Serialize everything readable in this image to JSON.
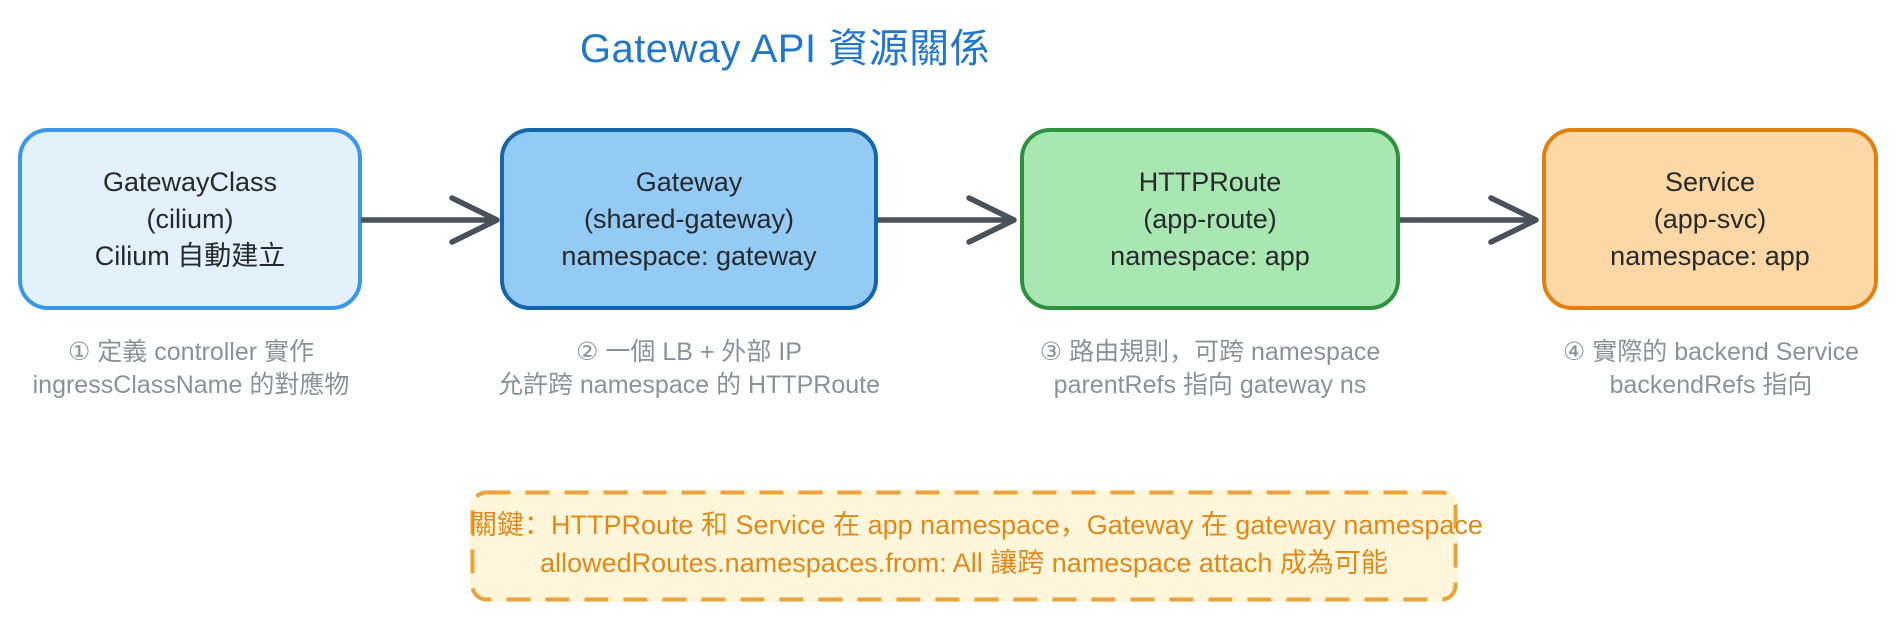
{
  "title": "Gateway API 資源關係",
  "colors": {
    "title_blue": "#2377c8",
    "node_text": "#27292c",
    "annotation_gray": "#8b9199",
    "arrow_gray": "#49525a",
    "gatewayclass_fill": "#e3f1fb",
    "gatewayclass_border": "#3b97e8",
    "gateway_fill": "#93cbf4",
    "gateway_border": "#1566a9",
    "httproute_fill": "#a9e7b2",
    "httproute_border": "#2f9140",
    "service_fill": "#fbd8a5",
    "service_border": "#e0800f",
    "note_bg": "#fdf6da",
    "note_border": "#eaa33c",
    "note_text": "#e0891a"
  },
  "nodes": [
    {
      "id": "gatewayclass",
      "lines": [
        "GatewayClass",
        "(cilium)",
        "Cilium 自動建立"
      ],
      "annotation": [
        "① 定義 controller 實作",
        "ingressClassName 的對應物"
      ]
    },
    {
      "id": "gateway",
      "lines": [
        "Gateway",
        "(shared-gateway)",
        "namespace: gateway"
      ],
      "annotation": [
        "② 一個 LB + 外部 IP",
        "允許跨 namespace 的 HTTPRoute"
      ]
    },
    {
      "id": "httproute",
      "lines": [
        "HTTPRoute",
        "(app-route)",
        "namespace: app"
      ],
      "annotation": [
        "③ 路由規則，可跨 namespace",
        "parentRefs 指向 gateway ns"
      ]
    },
    {
      "id": "service",
      "lines": [
        "Service",
        "(app-svc)",
        "namespace: app"
      ],
      "annotation": [
        "④ 實際的 backend Service",
        "backendRefs 指向"
      ]
    }
  ],
  "note": {
    "lines": [
      "關鍵：HTTPRoute 和 Service 在 app namespace，Gateway 在 gateway namespace",
      "allowedRoutes.namespaces.from: All 讓跨 namespace attach 成為可能"
    ]
  }
}
